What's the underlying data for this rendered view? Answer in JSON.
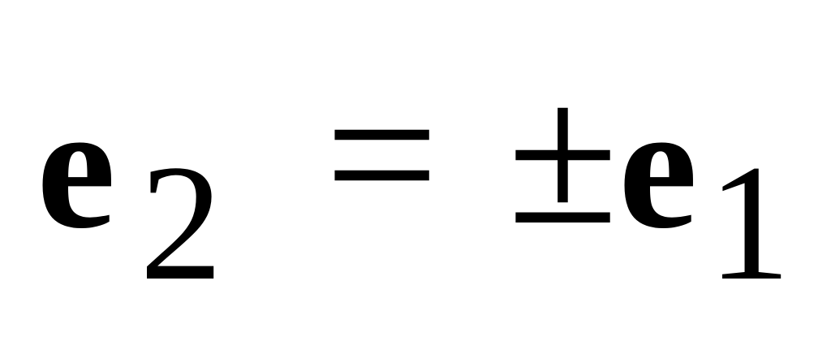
{
  "equation": {
    "lhs_symbol": "e",
    "lhs_subscript": "2",
    "equals": "=",
    "plus_minus": "±",
    "rhs_symbol": "e",
    "rhs_subscript": "1"
  }
}
